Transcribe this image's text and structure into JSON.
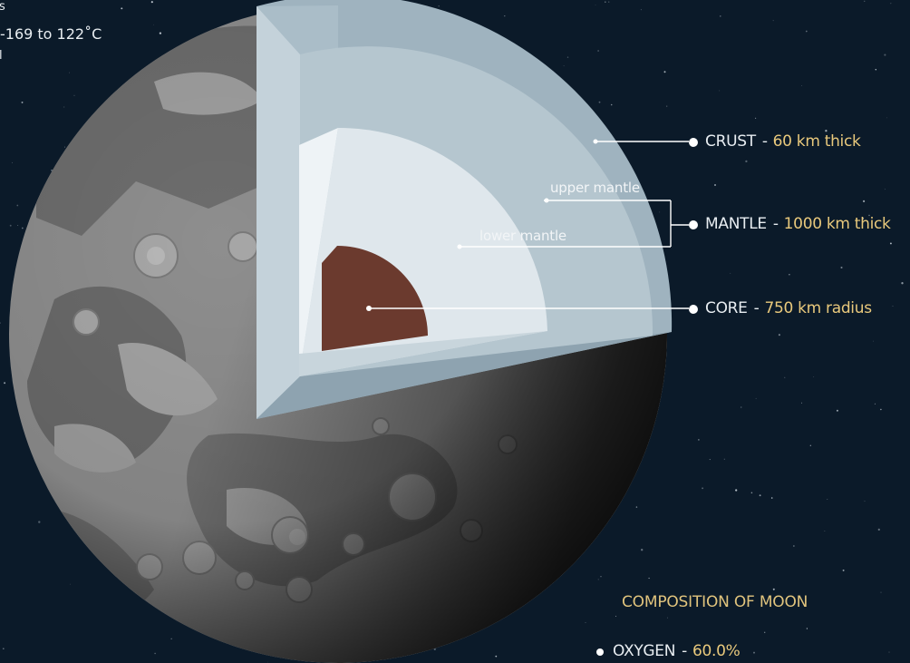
{
  "corner": {
    "top_fragment": "s",
    "temperature": "-169 to 122˚C",
    "side_fragment": "l"
  },
  "layers": [
    {
      "name": "CRUST",
      "value": "60 km thick"
    },
    {
      "name": "MANTLE",
      "value": "1000 km thick"
    },
    {
      "name": "CORE",
      "value": "750 km radius"
    }
  ],
  "sublayers": {
    "upper": "upper mantle",
    "lower": "lower mantle"
  },
  "separator": "-",
  "composition": {
    "title": "COMPOSITION OF MOON",
    "items": [
      {
        "name": "OXYGEN",
        "value": "60.0%"
      }
    ]
  },
  "colors": {
    "background": "#0b1a29",
    "crust": "#9fb3bf",
    "mantle": "#dfe7ec",
    "core": "#6b3a2e",
    "accent": "#e9c97c",
    "label": "#e8edf1"
  }
}
